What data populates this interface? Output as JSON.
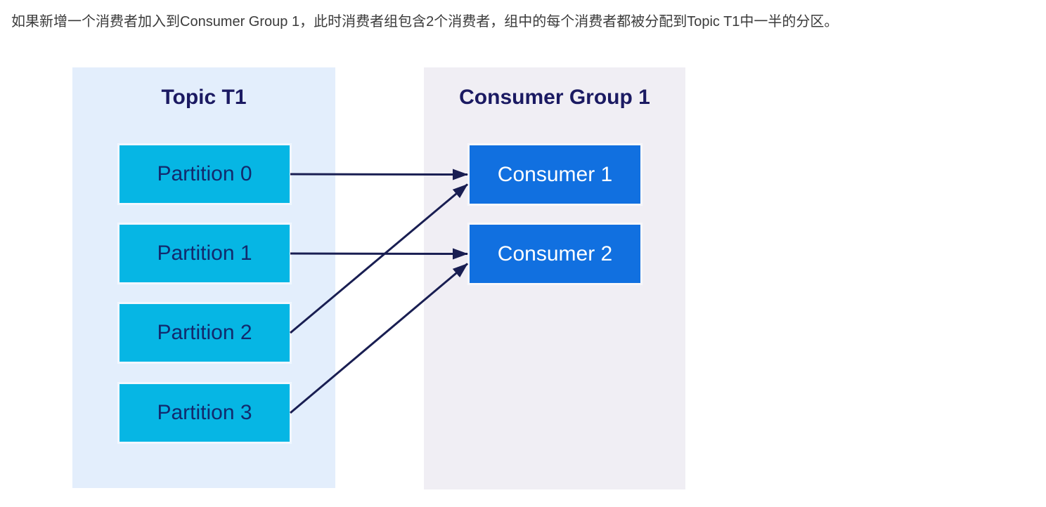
{
  "intro": {
    "text": "如果新增一个消费者加入到Consumer Group 1，此时消费者组包含2个消费者，组中的每个消费者都被分配到Topic T1中一半的分区。"
  },
  "diagram": {
    "topic": {
      "title": "Topic T1",
      "partitions": [
        {
          "id": "partition-0",
          "label": "Partition 0"
        },
        {
          "id": "partition-1",
          "label": "Partition 1"
        },
        {
          "id": "partition-2",
          "label": "Partition 2"
        },
        {
          "id": "partition-3",
          "label": "Partition 3"
        }
      ]
    },
    "consumer_group": {
      "title": "Consumer Group 1",
      "consumers": [
        {
          "id": "consumer-1",
          "label": "Consumer 1"
        },
        {
          "id": "consumer-2",
          "label": "Consumer 2"
        }
      ]
    },
    "assignments": [
      {
        "from": "partition-0",
        "to": "consumer-1"
      },
      {
        "from": "partition-1",
        "to": "consumer-2"
      },
      {
        "from": "partition-2",
        "to": "consumer-1"
      },
      {
        "from": "partition-3",
        "to": "consumer-2"
      }
    ],
    "colors": {
      "topic_panel_bg": "#e3eefc",
      "group_panel_bg": "#f0eef4",
      "partition_fill": "#06b6e4",
      "consumer_fill": "#1170e0",
      "title_color": "#1b1a62",
      "partition_text": "#122a6d",
      "consumer_text": "#ffffff",
      "arrow_color": "#191e52",
      "intro_text_color": "#3b3b3b"
    }
  }
}
